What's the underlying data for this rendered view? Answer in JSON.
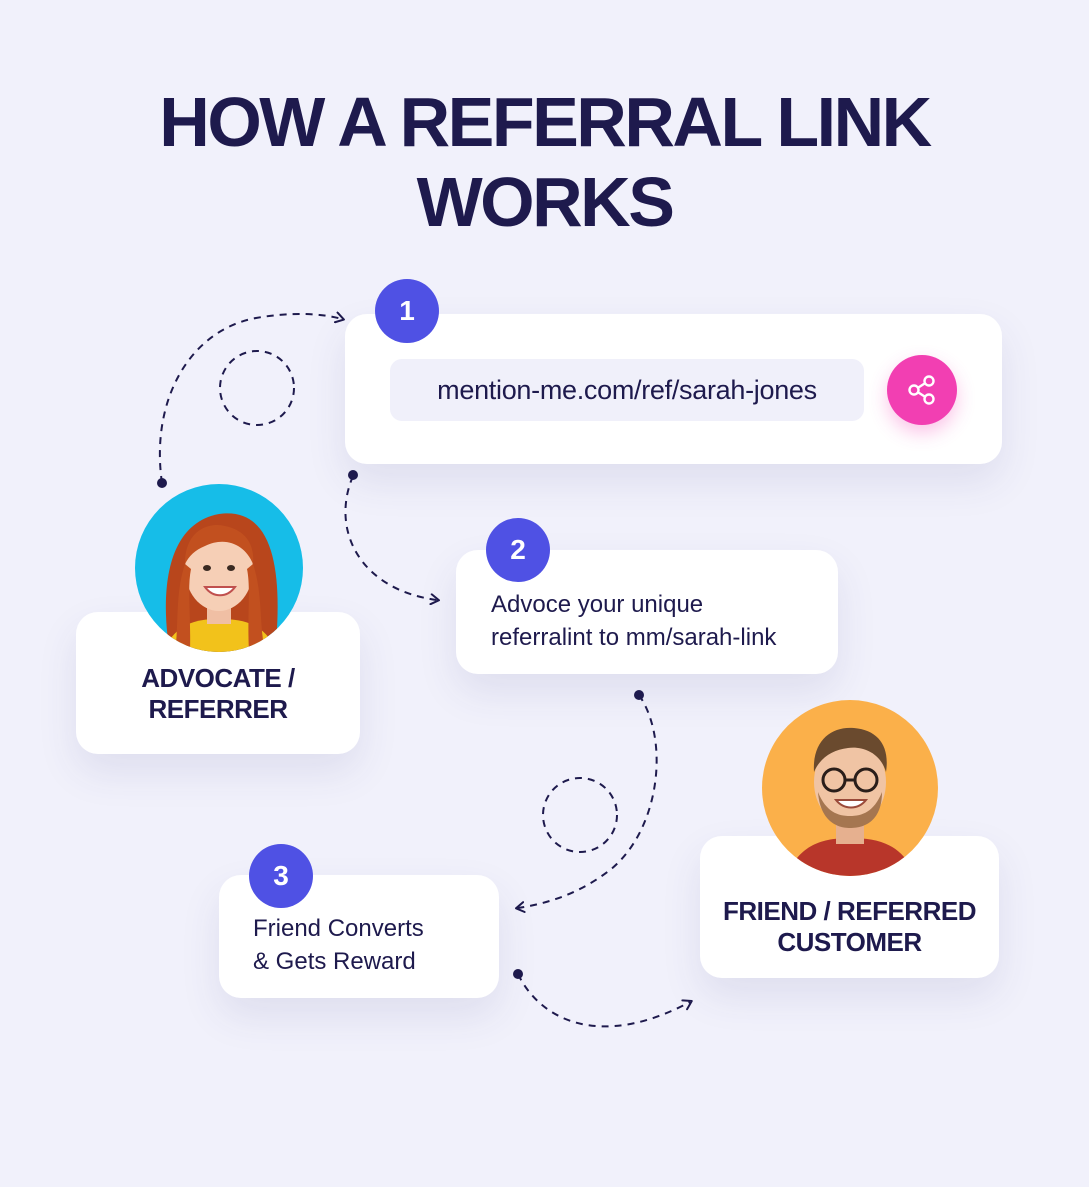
{
  "title": {
    "line1": "HOW A REFERRAL LINK",
    "line2": "WORKS"
  },
  "steps": [
    {
      "number": "1",
      "link": "mention-me.com/ref/sarah-jones",
      "share_icon": "share-icon"
    },
    {
      "number": "2",
      "line1": "Advoce your unique",
      "line2": "referralint to mm/sarah-link"
    },
    {
      "number": "3",
      "line1": "Friend Converts",
      "line2": "& Gets Reward"
    }
  ],
  "advocate": {
    "line1": "ADVOCATE /",
    "line2": "REFERRER",
    "avatar_icon": "woman-avatar"
  },
  "friend": {
    "line1": "FRIEND / REFERRED",
    "line2": "CUSTOMER",
    "avatar_icon": "man-avatar"
  },
  "colors": {
    "background": "#f1f1fb",
    "text": "#1e1a4d",
    "badge": "#4f51e4",
    "share": "#f23fb2",
    "advocate_avatar_bg": "#16bde8",
    "friend_avatar_bg": "#fbb04a"
  }
}
